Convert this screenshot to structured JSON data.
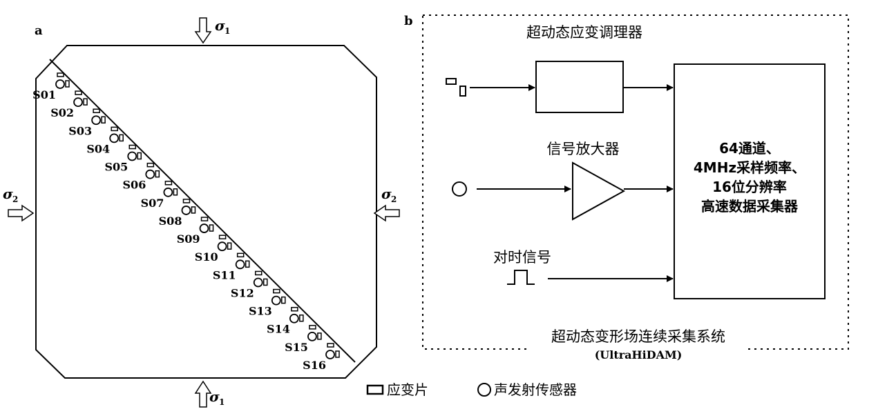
{
  "panel_a": {
    "label": "a",
    "stress_top": "σ",
    "stress_top_sub": "1",
    "stress_bottom": "σ",
    "stress_bottom_sub": "1",
    "stress_left": "σ",
    "stress_left_sub": "2",
    "stress_right": "σ",
    "stress_right_sub": "2",
    "sensors": [
      "S01",
      "S02",
      "S03",
      "S04",
      "S05",
      "S06",
      "S07",
      "S08",
      "S09",
      "S10",
      "S11",
      "S12",
      "S13",
      "S14",
      "S15",
      "S16"
    ]
  },
  "panel_b": {
    "label": "b",
    "conditioner_title": "超动态应变调理器",
    "amplifier_title": "信号放大器",
    "timing_title": "对时信号",
    "daq_lines": [
      "64通道、",
      "4MHz采样频率、",
      "16位分辨率",
      "高速数据采集器"
    ],
    "system_title": "超动态变形场连续采集系统",
    "system_subtitle": "(UltraHiDAM)"
  },
  "legend": {
    "strain_gauge": "应变片",
    "ae_sensor": "声发射传感器"
  }
}
